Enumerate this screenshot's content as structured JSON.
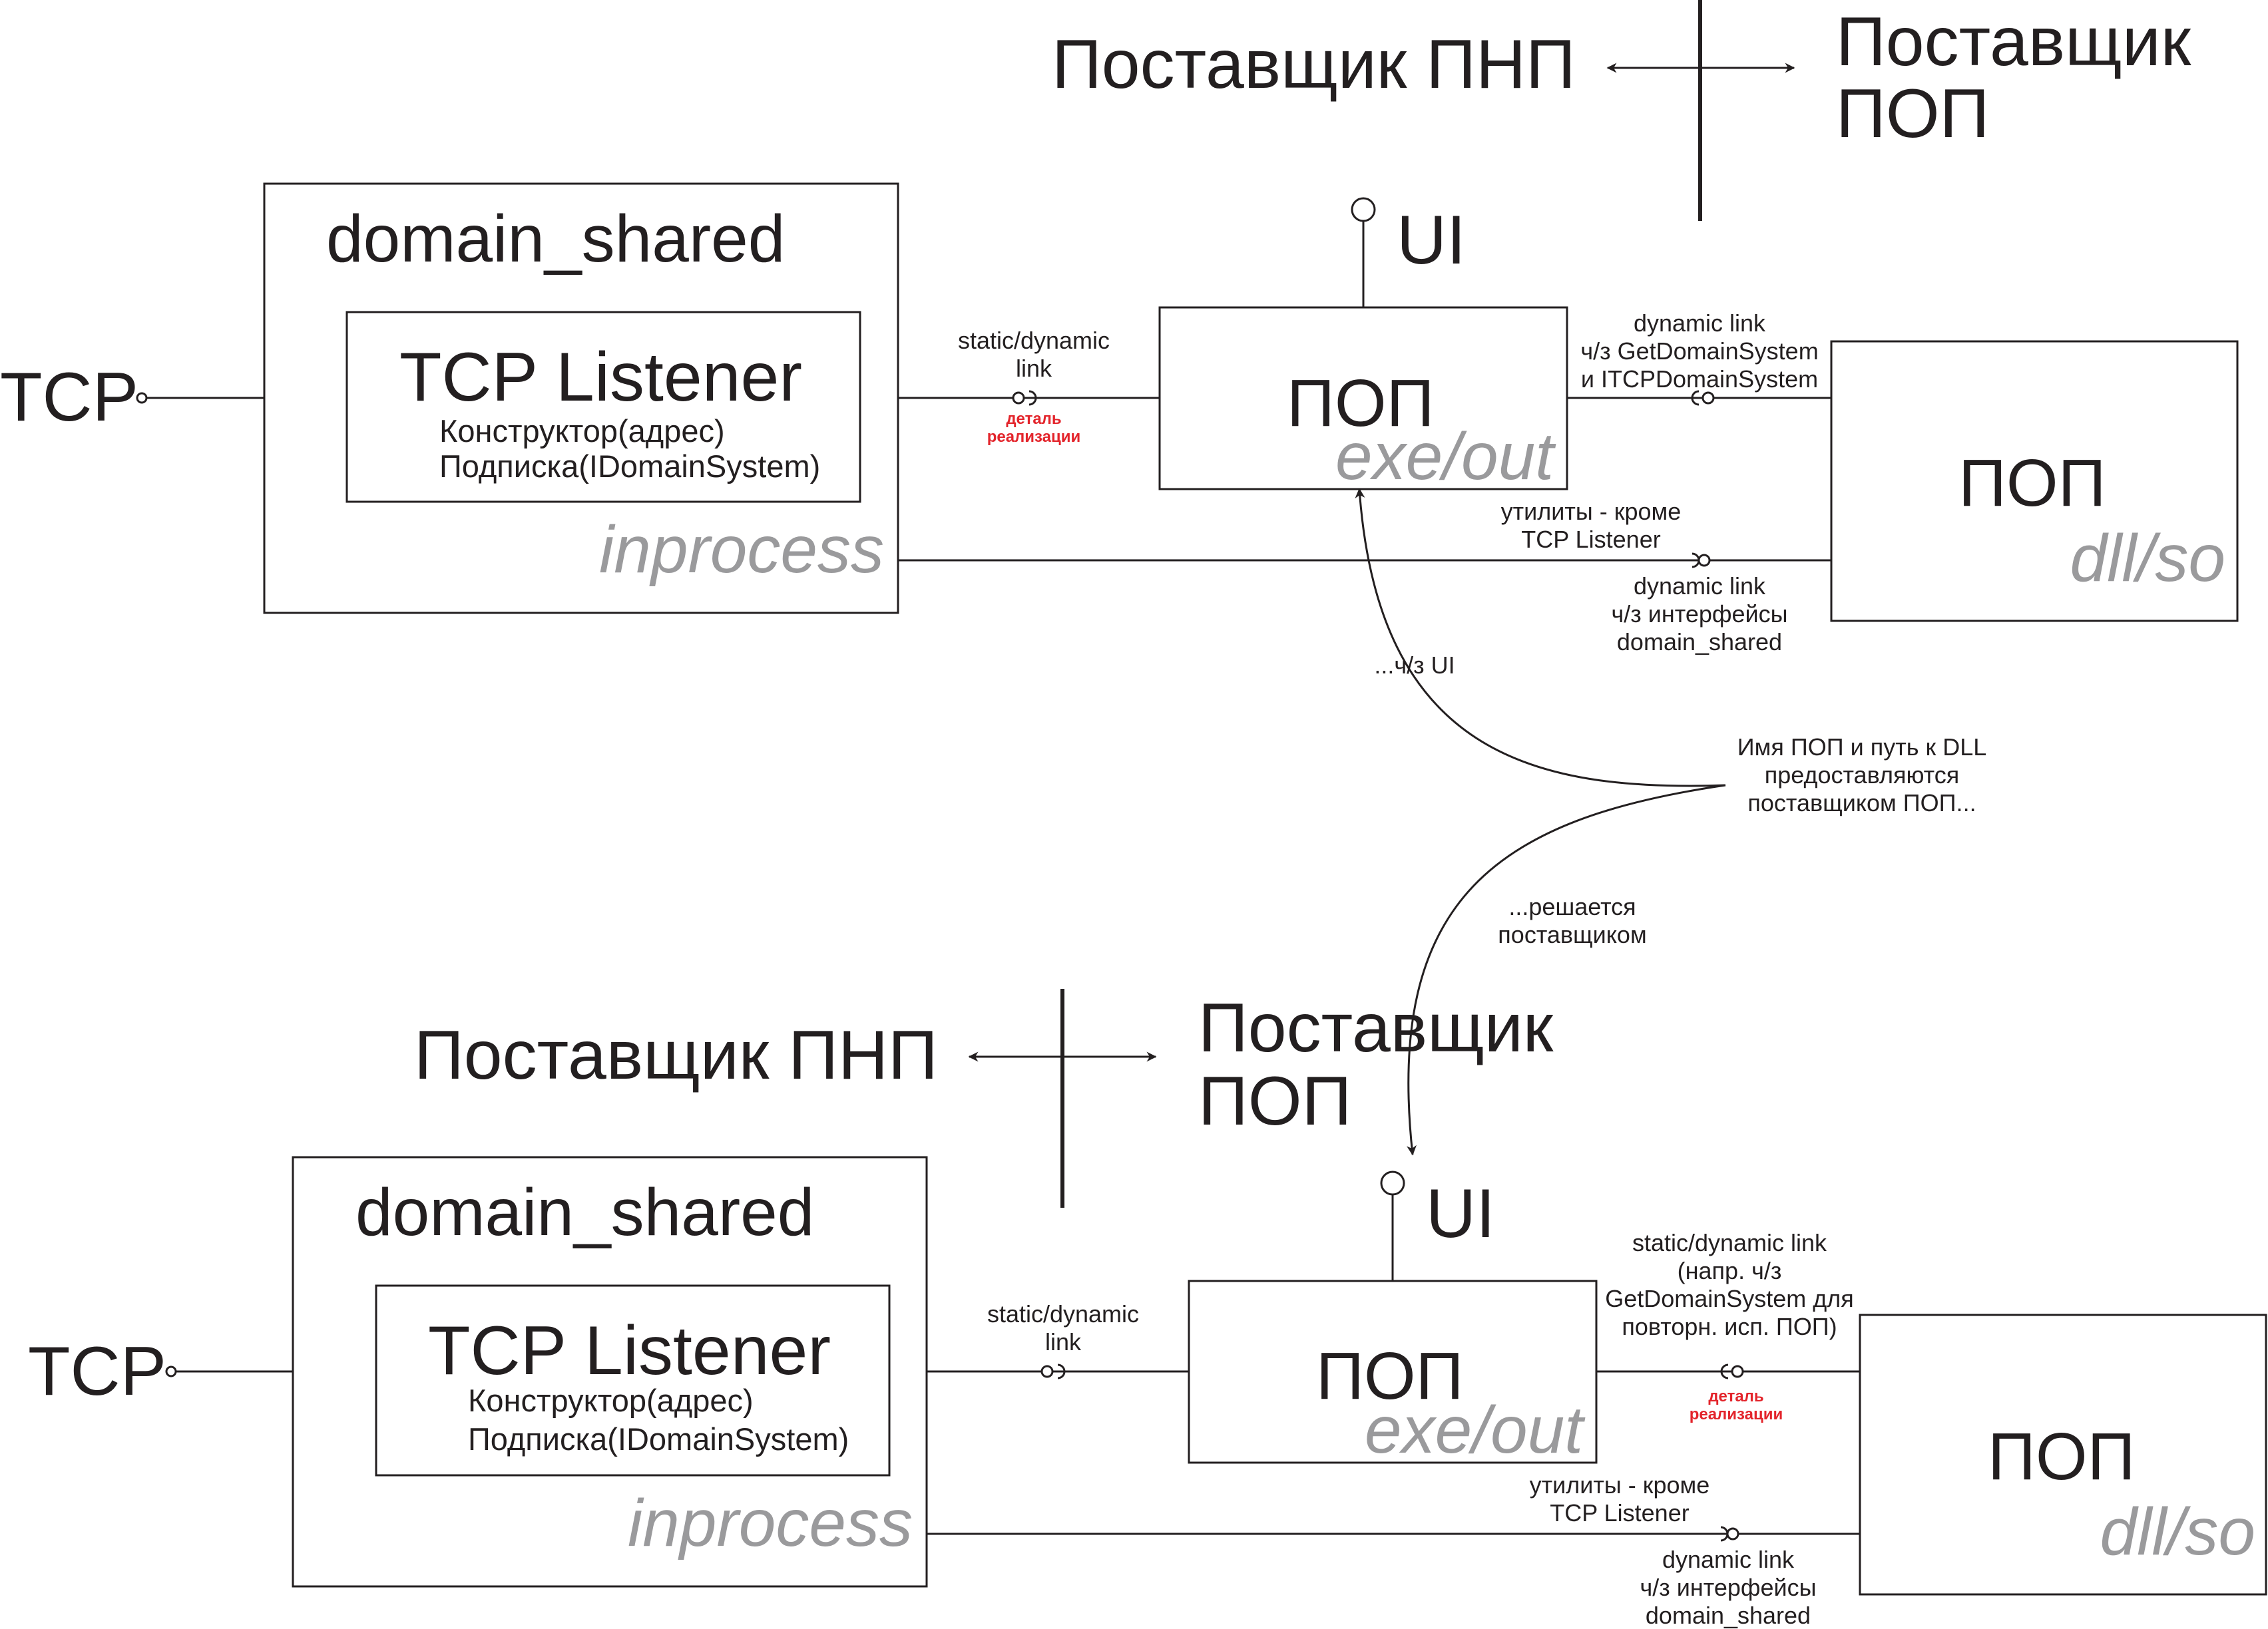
{
  "divider": {
    "left": "Поставщик ПНП",
    "right_1": "Поставщик",
    "right_2": "ПОП"
  },
  "domain_shared": {
    "title": "domain_shared",
    "mode": "inprocess"
  },
  "listener": {
    "title": "TCP Listener",
    "line1": "Конструктор(адрес)",
    "line2": "Подписка(IDomainSystem)"
  },
  "tcp": "TCP",
  "ui": "UI",
  "pop_exe": {
    "title": "ПОП",
    "kind": "exe/out"
  },
  "pop_dll": {
    "title": "ПОП",
    "kind": "dll/so"
  },
  "top": {
    "link_left_1": "static/dynamic",
    "link_left_2": "link",
    "detail_1": "деталь",
    "detail_2": "реализации",
    "link_right_1": "dynamic link",
    "link_right_2": "ч/з GetDomainSystem",
    "link_right_3": "и ITCPDomainSystem",
    "util_1": "утилиты - кроме",
    "util_2": "TCP Listener",
    "dyn_1": "dynamic link",
    "dyn_2": "ч/з интерфейсы",
    "dyn_3": "domain_shared"
  },
  "middle": {
    "via_ui": "...ч/з UI",
    "note_1": "Имя ПОП и путь к DLL",
    "note_2": "предоставляются",
    "note_3": "поставщиком ПОП...",
    "solved_1": "...решается",
    "solved_2": "поставщиком"
  },
  "bottom": {
    "link_left_1": "static/dynamic",
    "link_left_2": "link",
    "link_right_1": "static/dynamic link",
    "link_right_2": "(напр. ч/з",
    "link_right_3": "GetDomainSystem для",
    "link_right_4": "повторн. исп. ПОП)",
    "detail_1": "деталь",
    "detail_2": "реализации",
    "util_1": "утилиты - кроме",
    "util_2": "TCP Listener",
    "dyn_1": "dynamic link",
    "dyn_2": "ч/з интерфейсы",
    "dyn_3": "domain_shared"
  }
}
